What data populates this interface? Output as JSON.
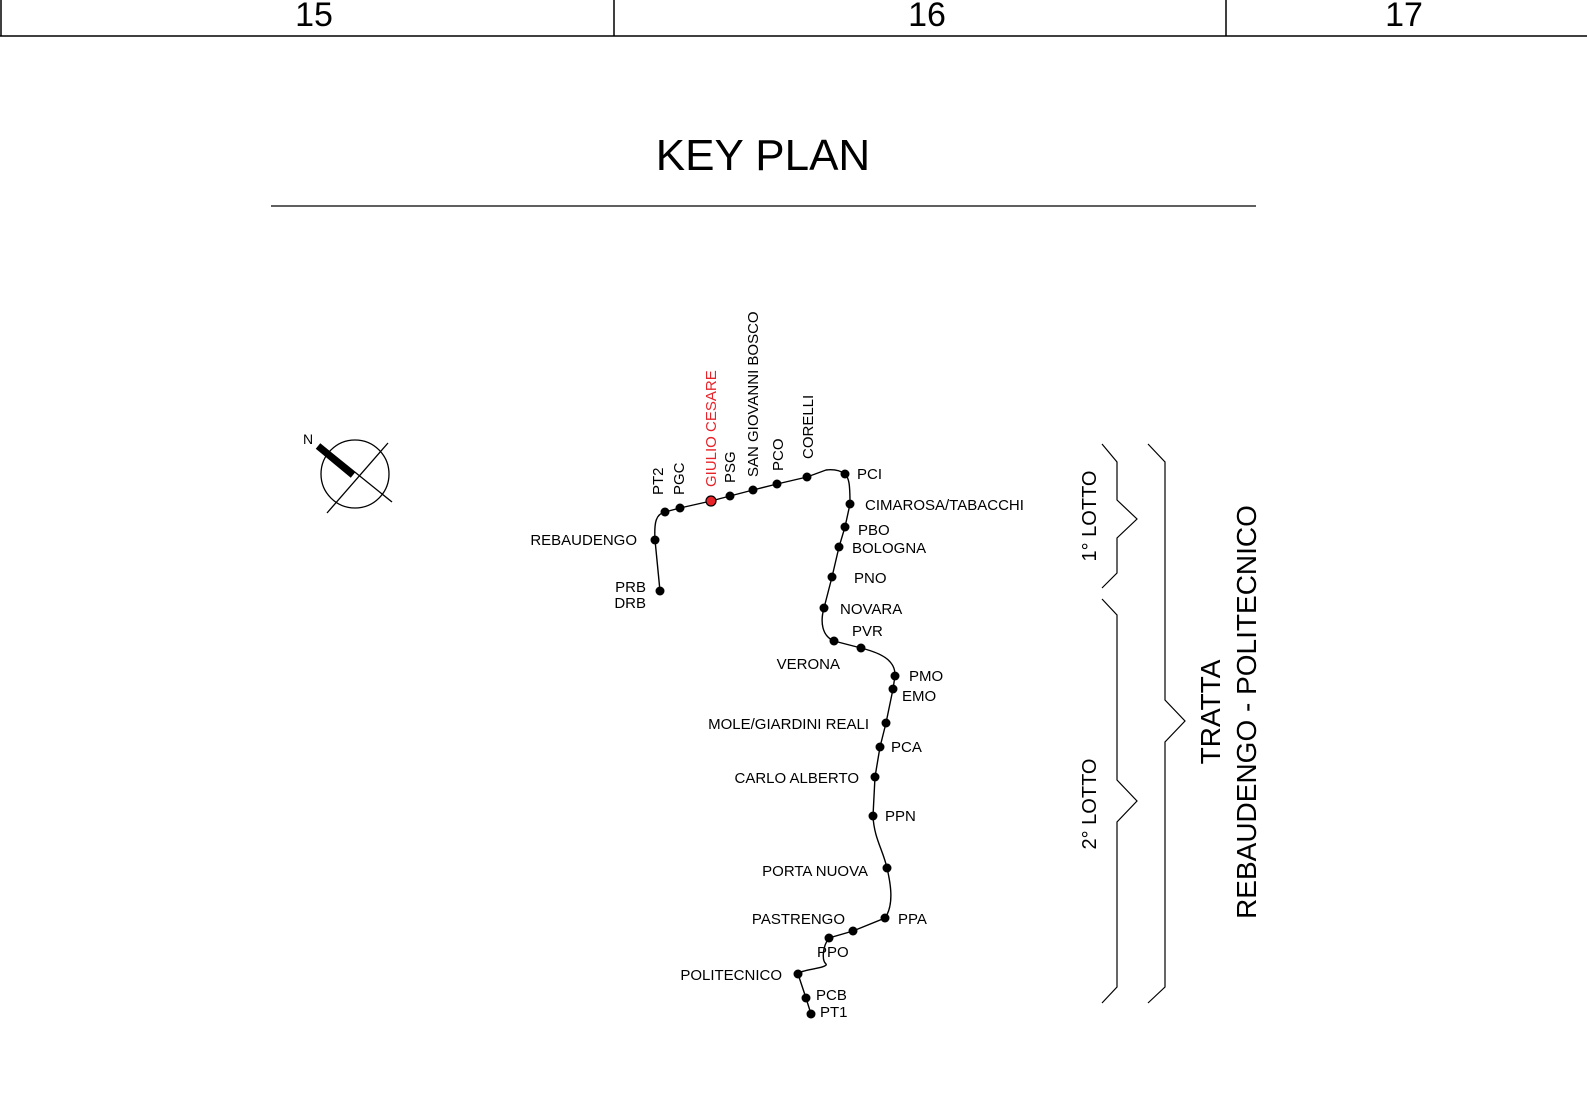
{
  "ruler": {
    "columns": [
      "15",
      "16",
      "17"
    ]
  },
  "title": "KEY PLAN",
  "compass": {
    "label": "N"
  },
  "highlight_color": "#e8242a",
  "stations": {
    "pt2": "PT2",
    "pgc": "PGC",
    "giulio_cesare": "GIULIO CESARE",
    "psg": "PSG",
    "san_giovanni_bosco": "SAN GIOVANNI BOSCO",
    "pco": "PCO",
    "corelli": "CORELLI",
    "pci": "PCI",
    "cimarosa": "CIMAROSA/TABACCHI",
    "pbo": "PBO",
    "bologna": "BOLOGNA",
    "pno": "PNO",
    "novara": "NOVARA",
    "pvr": "PVR",
    "verona": "VERONA",
    "pmo": "PMO",
    "emo": "EMO",
    "mole": "MOLE/GIARDINI REALI",
    "pca": "PCA",
    "carlo_alberto": "CARLO ALBERTO",
    "ppn": "PPN",
    "porta_nuova": "PORTA NUOVA",
    "pastrengo": "PASTRENGO",
    "ppa": "PPA",
    "ppo": "PPO",
    "politecnico": "POLITECNICO",
    "pcb": "PCB",
    "pt1": "PT1",
    "rebaudengo": "REBAUDENGO",
    "prb": "PRB",
    "drb": "DRB"
  },
  "lotti": {
    "lotto1": "1° LOTTO",
    "lotto2": "2° LOTTO"
  },
  "tratta": {
    "line1": "TRATTA",
    "line2": "REBAUDENGO - POLITECNICO"
  }
}
